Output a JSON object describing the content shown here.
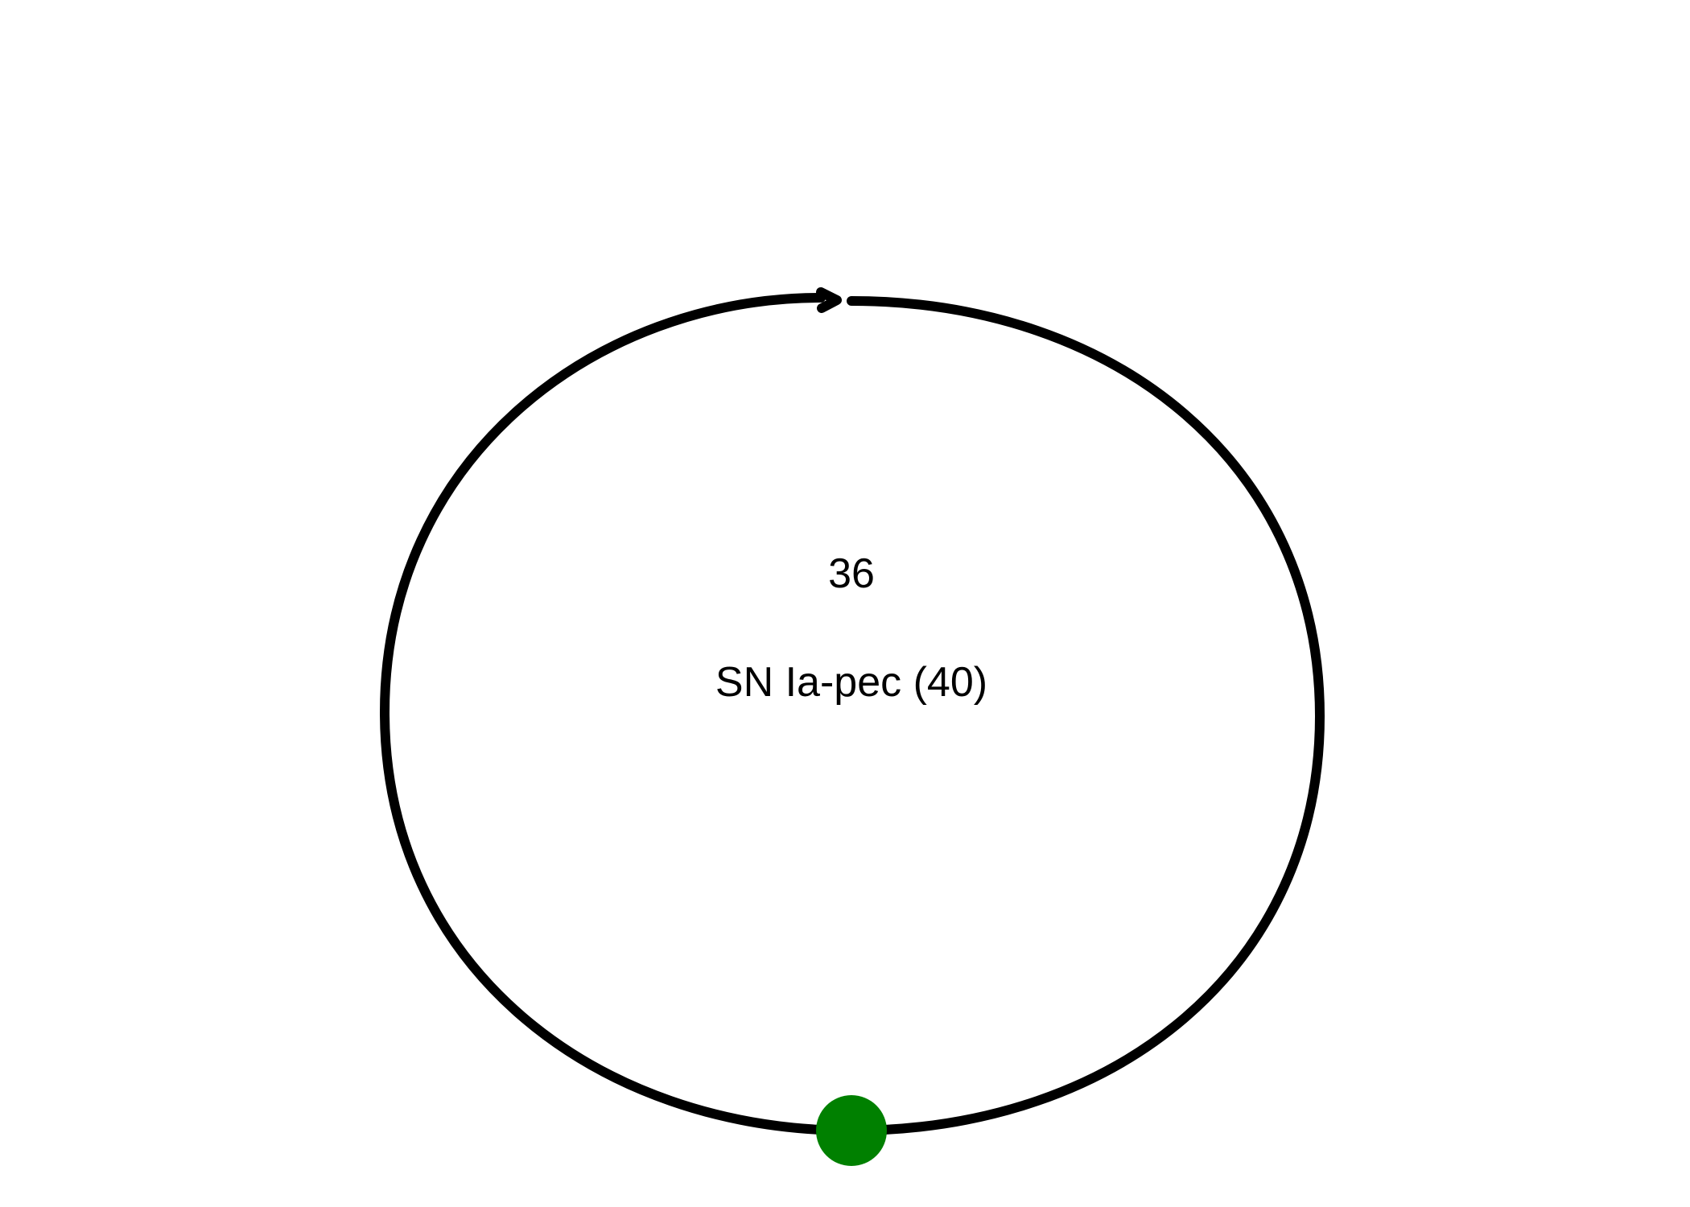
{
  "diagram": {
    "center_value": "36",
    "class_label": "SN Ia-pec (40)",
    "start_marker_color": "#008000",
    "ring_color": "#000000",
    "direction": "clockwise"
  }
}
